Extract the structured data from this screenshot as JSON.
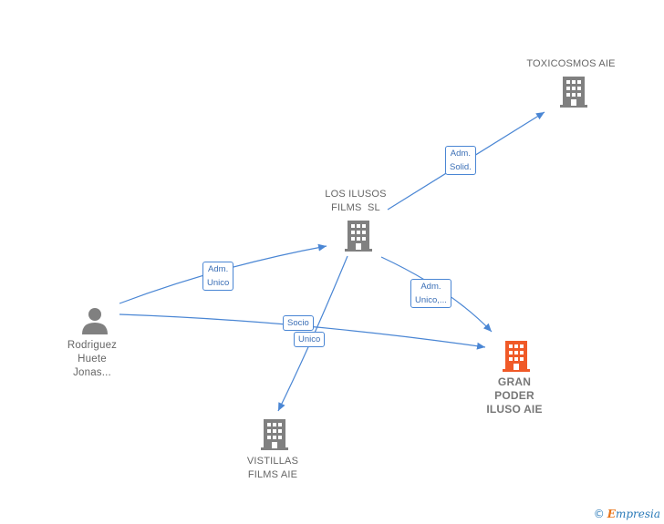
{
  "nodes": {
    "toxicosmos": {
      "lines": [
        "TOXICOSMOS AIE"
      ]
    },
    "ilusos": {
      "lines": [
        "LOS ILUSOS",
        "FILMS  SL"
      ]
    },
    "gran_poder": {
      "lines": [
        "GRAN",
        "PODER",
        "ILUSO AIE"
      ]
    },
    "vistillas": {
      "lines": [
        "VISTILLAS",
        "FILMS AIE"
      ]
    },
    "person": {
      "lines": [
        "Rodriguez",
        "Huete",
        "Jonas..."
      ]
    }
  },
  "edges": {
    "adm_solid": {
      "lines": [
        "Adm.",
        "Solid."
      ]
    },
    "adm_unico_person": {
      "lines": [
        "Adm.",
        "Unico"
      ]
    },
    "adm_unico_gran": {
      "lines": [
        "Adm.",
        "Unico,..."
      ]
    },
    "socio_unico": {
      "lines": [
        "Socio",
        "Unico"
      ]
    }
  },
  "colors": {
    "edge": "#4a86d4",
    "company_icon": "#808080",
    "main_company_icon": "#f05a28",
    "person_icon": "#808080"
  },
  "footer": {
    "copyright": "©",
    "brand_initial": "E",
    "brand_rest": "mpresia"
  }
}
